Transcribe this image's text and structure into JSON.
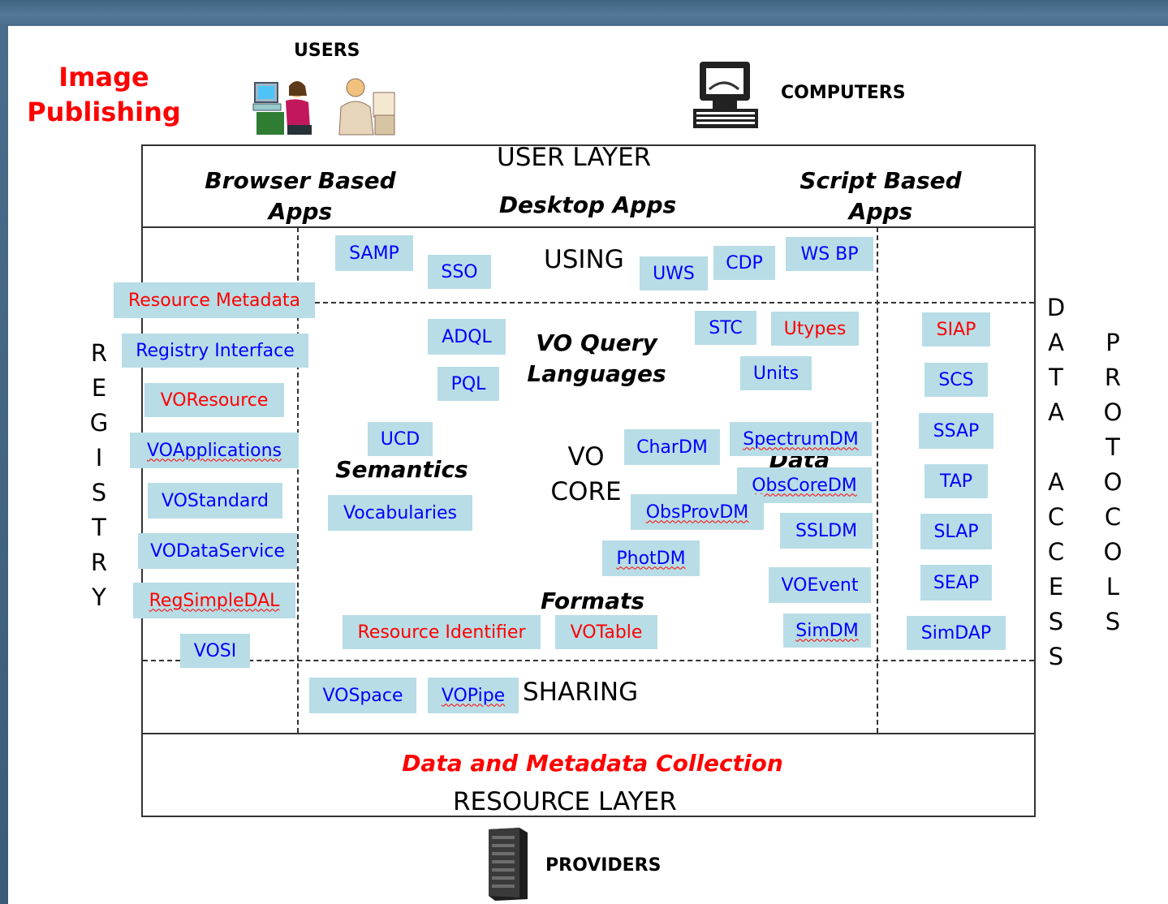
{
  "header_labels": {
    "users": "USERS",
    "computers": "COMPUTERS",
    "providers": "PROVIDERS",
    "image_publishing": [
      "Image",
      "Publishing"
    ]
  },
  "user_layer": {
    "title": "USER LAYER",
    "browser": [
      "Browser Based",
      "Apps"
    ],
    "desktop": "Desktop Apps",
    "script": [
      "Script Based",
      "Apps"
    ]
  },
  "sections": {
    "using": "USING",
    "sharing": "SHARING",
    "vo_query": [
      "VO Query",
      "Languages"
    ],
    "semantics": "Semantics",
    "vo_core": [
      "VO",
      "CORE"
    ],
    "data": "Data",
    "formats": "Formats"
  },
  "resource_layer": {
    "collection": "Data and Metadata Collection",
    "title": "RESOURCE LAYER"
  },
  "side_labels": {
    "registry": [
      "R",
      "E",
      "G",
      "I",
      "S",
      "T",
      "R",
      "Y"
    ],
    "data_access": [
      "D",
      "A",
      "T",
      "A",
      "",
      "A",
      "C",
      "C",
      "E",
      "S",
      "S"
    ],
    "protocols": [
      "P",
      "R",
      "O",
      "T",
      "O",
      "C",
      "O",
      "L",
      "S"
    ]
  },
  "boxes": {
    "samp": "SAMP",
    "sso": "SSO",
    "uws": "UWS",
    "cdp": "CDP",
    "wsbp": "WS BP",
    "resource_metadata": "Resource Metadata",
    "registry_interface": "Registry Interface",
    "voresource": "VOResource",
    "voapplications": "VOApplications",
    "vostandard": "VOStandard",
    "vodataservice": "VODataService",
    "regsimpledal": "RegSimpleDAL",
    "vosi": "VOSI",
    "adql": "ADQL",
    "pql": "PQL",
    "stc": "STC",
    "utypes": "Utypes",
    "units": "Units",
    "ucd": "UCD",
    "vocabularies": "Vocabularies",
    "chardm": "CharDM",
    "spectrumdm": "SpectrumDM",
    "obscoredm": "ObsCoreDM",
    "obsprovdm": "ObsProvDM",
    "ssldm": "SSLDM",
    "photdm": "PhotDM",
    "voevent": "VOEvent",
    "simdm": "SimDM",
    "resource_identifier": "Resource Identifier",
    "votable": "VOTable",
    "siap": "SIAP",
    "scs": "SCS",
    "ssap": "SSAP",
    "tap": "TAP",
    "slap": "SLAP",
    "seap": "SEAP",
    "simdap": "SimDAP",
    "vospace": "VOSpace",
    "vopipe": "VOPipe"
  },
  "colors": {
    "box_fill": "#b8dde6",
    "blue_text": "#0000ff",
    "red_text": "#ff0000",
    "frame": "#4a6d8c"
  }
}
